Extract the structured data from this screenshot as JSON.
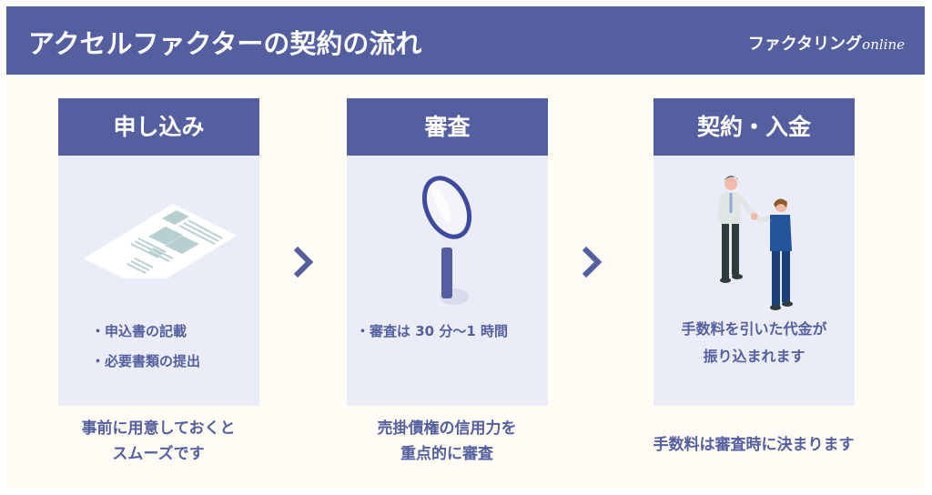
{
  "header": {
    "title": "アクセルファクターの契約の流れ",
    "logo_main": "ファクタリング",
    "logo_suffix": "online"
  },
  "steps": [
    {
      "title": "申し込み",
      "illustration": "document-icon",
      "bullets": [
        "・申込書の記載",
        "・必要書類の提出"
      ],
      "note_lines": [
        "事前に用意しておくと",
        "スムーズです"
      ]
    },
    {
      "title": "審査",
      "illustration": "magnifier-icon",
      "bullets": [
        "・審査は 30 分〜1 時間"
      ],
      "note_lines": [
        "売掛債権の信用力を",
        "重点的に審査"
      ]
    },
    {
      "title": "契約・入金",
      "illustration": "handshake-icon",
      "body_lines": [
        "手数料を引いた代金が",
        "振り込まれます"
      ],
      "note_lines": [
        "手数料は審査時に決まります"
      ]
    }
  ],
  "arrows": [
    "chevron-right-icon",
    "chevron-right-icon"
  ],
  "colors": {
    "primary": "#535f9e",
    "card_bg": "#eaedf8",
    "page_bg": "#fefcf4",
    "text_on_primary": "#ffffff"
  }
}
